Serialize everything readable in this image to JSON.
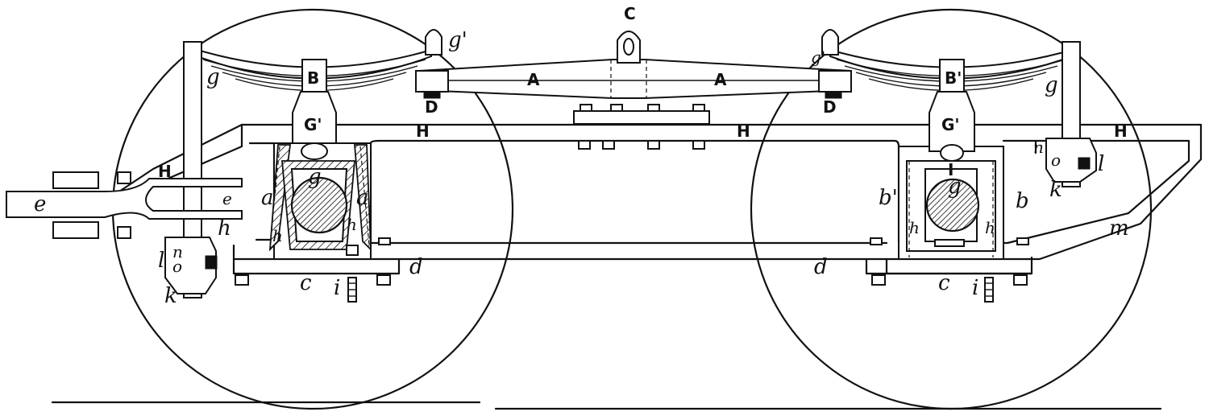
{
  "labels": {
    "A": "A",
    "B": "B",
    "B_prime": "B'",
    "C": "C",
    "D": "D",
    "G_prime": "G'",
    "H": "H",
    "I": "I",
    "a": "a",
    "b": "b",
    "b_prime": "b'",
    "c": "c",
    "d": "d",
    "e": "e",
    "g": "g",
    "g_prime": "g'",
    "h": "h",
    "i": "i",
    "k": "k",
    "l": "l",
    "m": "m",
    "n": "n",
    "o": "o"
  }
}
